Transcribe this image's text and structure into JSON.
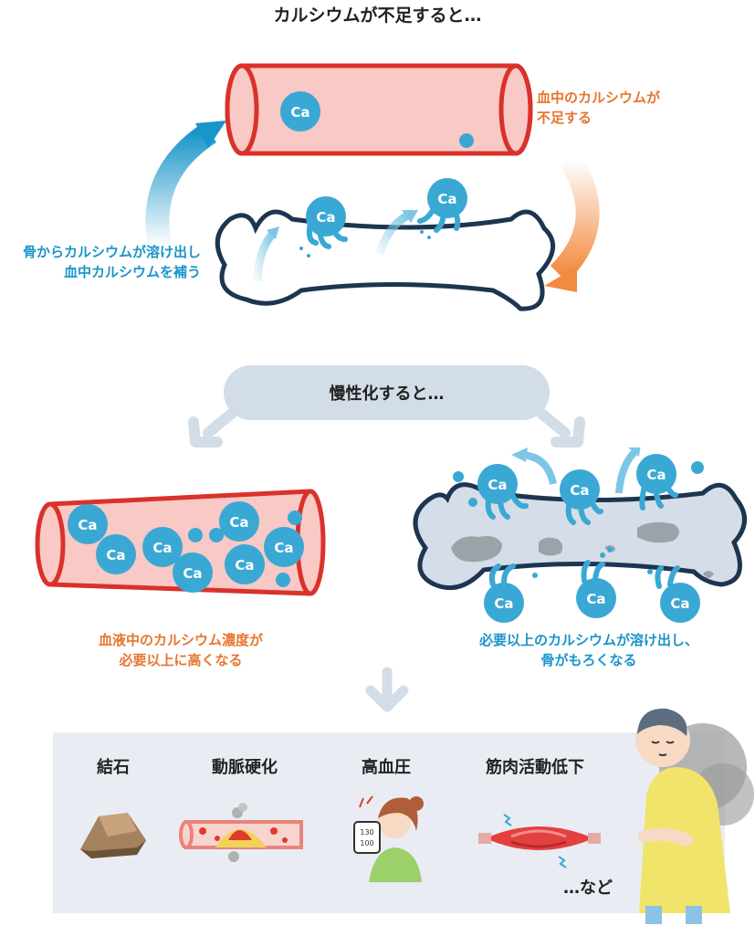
{
  "title": "カルシウムが不足すると…",
  "ca_label": "Ca",
  "top_right_text": [
    "血中のカルシウムが",
    "不足する"
  ],
  "top_left_text": [
    "骨からカルシウムが溶け出し",
    "血中カルシウムを補う"
  ],
  "chronic_label": "慢性化すると…",
  "left_result_text": [
    "血液中のカルシウム濃度が",
    "必要以上に高くなる"
  ],
  "right_result_text": [
    "必要以上のカルシウムが溶け出し、",
    "骨がもろくなる"
  ],
  "diseases": [
    {
      "label": "結石"
    },
    {
      "label": "動脈硬化"
    },
    {
      "label": "高血圧"
    },
    {
      "label": "筋肉活動低下"
    }
  ],
  "etc_label": "…など",
  "bp_monitor": [
    "130",
    "100"
  ],
  "colors": {
    "vessel_red": "#d9322b",
    "vessel_fill": "#f8c9c5",
    "ca_blue": "#3aa8d4",
    "bone_navy": "#1d3550",
    "orange": "#e5762f",
    "pill_gray": "#d3dde7",
    "panel_bg": "#e9edf3"
  }
}
